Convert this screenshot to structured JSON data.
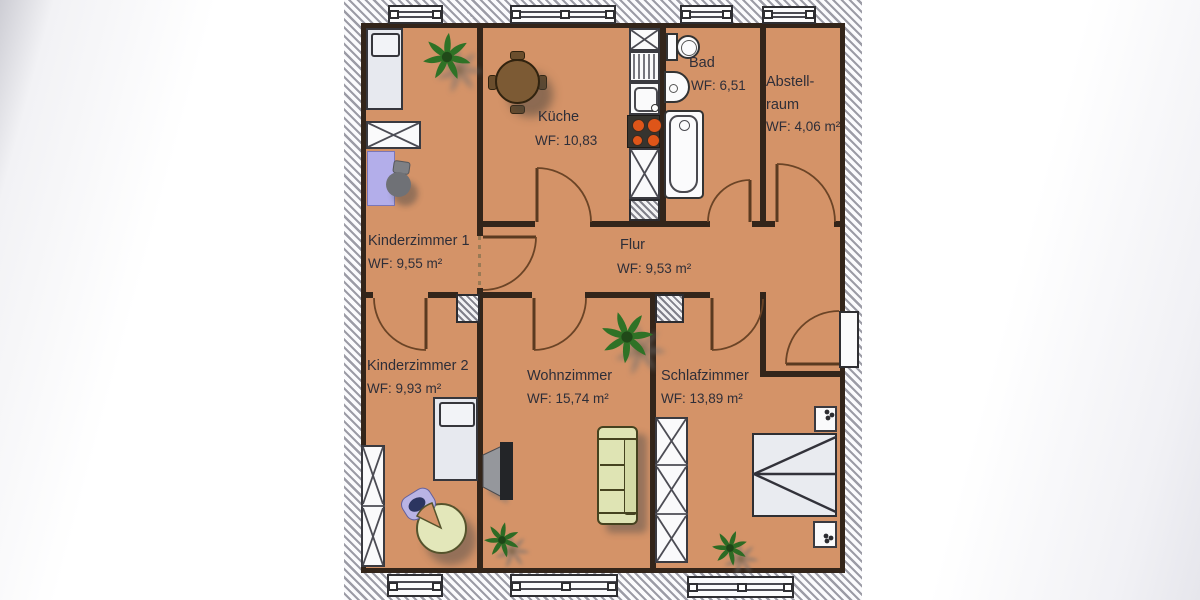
{
  "plan": {
    "rooms": [
      {
        "id": "kinderzimmer-1",
        "name": "Kinderzimmer 1",
        "area": "WF: 9,55 m²"
      },
      {
        "id": "kueche",
        "name": "Küche",
        "area": "WF: 10,83"
      },
      {
        "id": "bad",
        "name": "Bad",
        "area": "WF: 6,51"
      },
      {
        "id": "abstellraum",
        "name_line1": "Abstell-",
        "name_line2": "raum",
        "area": "WF: 4,06 m²"
      },
      {
        "id": "flur",
        "name": "Flur",
        "area": "WF: 9,53 m²"
      },
      {
        "id": "kinderzimmer-2",
        "name": "Kinderzimmer 2",
        "area": "WF: 9,93 m²"
      },
      {
        "id": "wohnzimmer",
        "name": "Wohnzimmer",
        "area": "WF: 15,74 m²"
      },
      {
        "id": "schlafzimmer",
        "name": "Schlafzimmer",
        "area": "WF: 13,89 m²"
      }
    ],
    "furniture": {
      "kinderzimmer-1": [
        "single-bed",
        "wardrobe",
        "desk",
        "chair",
        "plant"
      ],
      "kueche": [
        "round-table",
        "chairs",
        "cabinet",
        "dish-rack",
        "sink",
        "stove",
        "cabinet"
      ],
      "bad": [
        "toilet",
        "washbasin",
        "bathtub"
      ],
      "kinderzimmer-2": [
        "single-bed",
        "wardrobe",
        "round-chair",
        "cushion"
      ],
      "wohnzimmer": [
        "tv",
        "couch",
        "plant",
        "plant"
      ],
      "schlafzimmer": [
        "double-bed",
        "nightstand",
        "nightstand",
        "wardrobe",
        "plant"
      ]
    },
    "colors": {
      "floor": "#d49368",
      "walls": "#33251a",
      "hatch_line": "#9c9ca6",
      "plant_green": "#2f7226",
      "stove_burner": "#de5519",
      "couch": "#dfe4b4",
      "desk_lavender": "#b3aeea",
      "cushion_lavender": "#b9b4e4",
      "table_brown": "#7c5a34"
    }
  }
}
